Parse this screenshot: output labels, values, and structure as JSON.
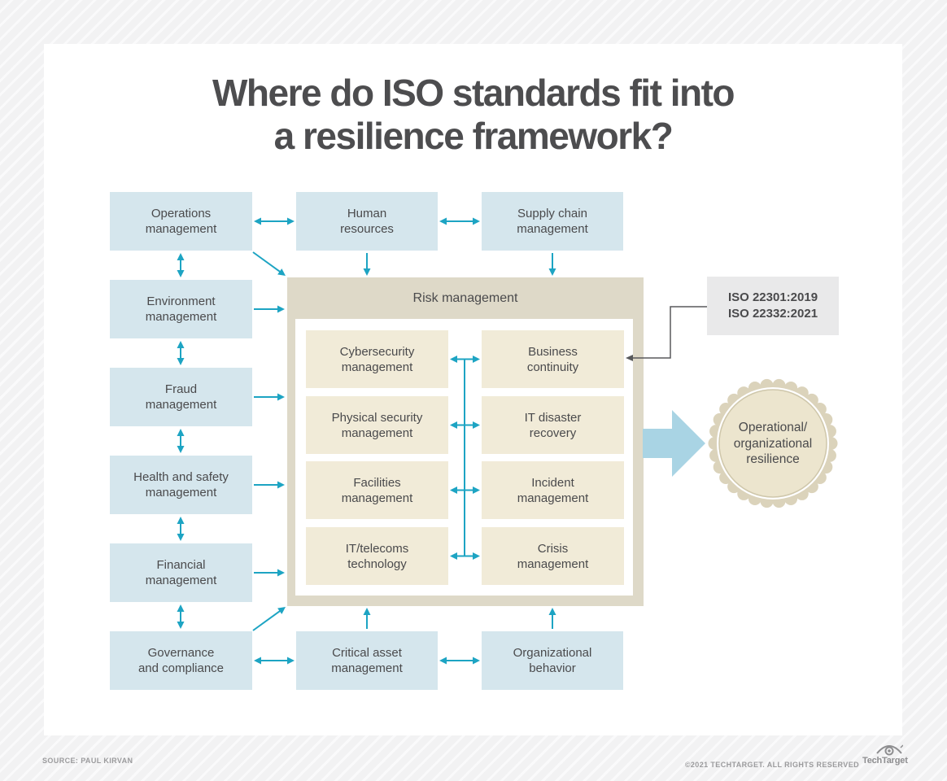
{
  "title": {
    "line1": "Where do ISO standards fit into",
    "line2": "a resilience framework?"
  },
  "outer_boxes": {
    "operations": "Operations\nmanagement",
    "human_resources": "Human\nresources",
    "supply_chain": "Supply chain\nmanagement",
    "environment": "Environment\nmanagement",
    "fraud": "Fraud\nmanagement",
    "health_safety": "Health and safety\nmanagement",
    "financial": "Financial\nmanagement",
    "governance": "Governance\nand compliance",
    "critical_asset": "Critical asset\nmanagement",
    "organizational_behavior": "Organizational\nbehavior"
  },
  "risk": {
    "title": "Risk management",
    "inner_boxes": {
      "cybersecurity": "Cybersecurity\nmanagement",
      "physical_security": "Physical security\nmanagement",
      "facilities": "Facilities\nmanagement",
      "it_telecoms": "IT/telecoms\ntechnology",
      "business_continuity": "Business\ncontinuity",
      "it_disaster": "IT disaster\nrecovery",
      "incident": "Incident\nmanagement",
      "crisis": "Crisis\nmanagement"
    }
  },
  "iso_callout": {
    "label": "ISO 22301:2019\nISO 22332:2021"
  },
  "outcome_seal": {
    "label": "Operational/\norganizational\nresilience"
  },
  "footer": {
    "source": "SOURCE: PAUL KIRVAN",
    "copyright": "©2021 TECHTARGET. ALL RIGHTS RESERVED",
    "brand": "TechTarget",
    "brand_icon": "eye-logo"
  },
  "colors": {
    "bg_stripe_base": "#f2f2f3",
    "bg_stripe_line": "#fafafb",
    "panel": "#ffffff",
    "blue_box": "#d5e6ed",
    "beige_box": "#f1ebd8",
    "tan_container": "#ded9c8",
    "gray_box": "#e9e9ea",
    "teal": "#1da4c3",
    "arrow_blue": "#a9d4e4",
    "petal": "#dbd3bb",
    "seal_fill": "#ece5ce",
    "seal_border": "#cfc7ab",
    "text_dark": "#4a4a4c",
    "title": "#4d4d4f",
    "footer_gray": "#9b9b9d",
    "logo_gray": "#8e8e90",
    "connector_gray": "#58595b"
  }
}
